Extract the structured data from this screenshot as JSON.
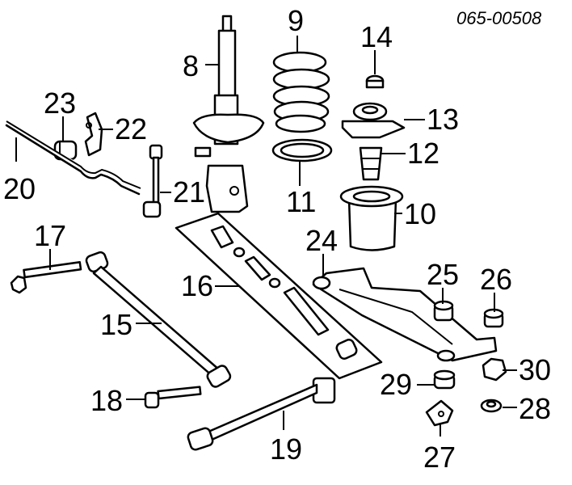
{
  "diagram": {
    "code": "065-00508",
    "labels": [
      "8",
      "9",
      "14",
      "13",
      "12",
      "11",
      "10",
      "23",
      "22",
      "20",
      "21",
      "17",
      "16",
      "24",
      "25",
      "26",
      "15",
      "30",
      "29",
      "18",
      "28",
      "19",
      "27"
    ]
  }
}
